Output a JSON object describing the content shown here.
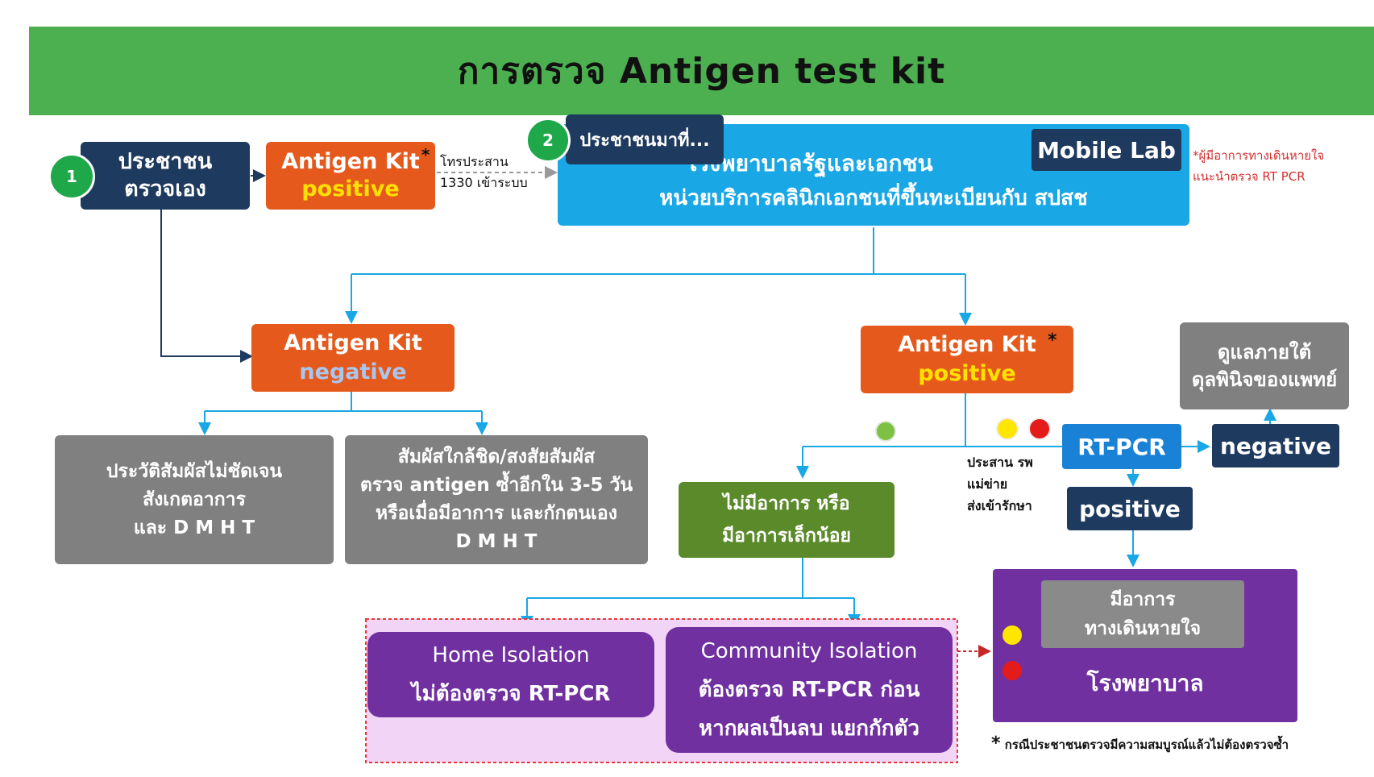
{
  "title": "การตรวจ Antigen test kit",
  "step1": {
    "badge": "1",
    "line1": "ประชาชน",
    "line2": "ตรวจเอง"
  },
  "kit_top": {
    "line1": "Antigen Kit",
    "star": "*",
    "line2": "positive"
  },
  "coordinate_note": {
    "line1": "โทรประสาน",
    "line2": "1330 เข้าระบบ"
  },
  "step2": {
    "badge": "2",
    "label": "ประชาชนมาที่..."
  },
  "hospital_box": {
    "line1": "โรงพยาบาลรัฐและเอกชน",
    "line2": "หน่วยบริการคลินิกเอกชนที่ขึ้นทะเบียนกับ สปสช",
    "mobile_lab": "Mobile Lab"
  },
  "emergency_note": {
    "line1": "*ผู้มีอาการทางเดินหายใจ",
    "line2": "แนะนำตรวจ RT PCR"
  },
  "kit_negative": {
    "line1": "Antigen Kit",
    "line2": "negative"
  },
  "kit_positive": {
    "line1": "Antigen Kit",
    "star": "*",
    "line2": "positive"
  },
  "doctor_box": {
    "line1": "ดูแลภายใต้",
    "line2": "ดุลพินิจของแพทย์"
  },
  "unclear_box": {
    "line1": "ประวัติสัมผัสไม่ชัดเจน",
    "line2": "สังเกตอาการ",
    "line3": "และ D M H T"
  },
  "close_contact_box": {
    "line1": "สัมผัสใกล้ชิด/สงสัยสัมผัส",
    "line2": "ตรวจ antigen ซ้ำอีกใน 3-5 วัน",
    "line3": "หรือเมื่อมีอาการ และกักตนเอง",
    "line4": "D M H T"
  },
  "rtpcr_box": "RT-PCR",
  "negative_box": "negative",
  "positive_box": "positive",
  "network_note": {
    "line1": "ประสาน รพ",
    "line2": "แม่ข่าย",
    "line3": "ส่งเข้ารักษา"
  },
  "mild_box": {
    "line1": "ไม่มีอาการ หรือ",
    "line2": "มีอาการเล็กน้อย"
  },
  "home_isolation": {
    "line1": "Home Isolation",
    "line2": "ไม่ต้องตรวจ RT-PCR"
  },
  "community_isolation": {
    "line1": "Community Isolation",
    "line2": "ต้องตรวจ RT-PCR ก่อน",
    "line3": "หากผลเป็นลบ แยกกักตัว"
  },
  "hospital_final": {
    "symptom_line1": "มีอาการ",
    "symptom_line2": "ทางเดินหายใจ",
    "label": "โรงพยาบาล"
  },
  "footnote_star": "*",
  "footnote": "กรณีประชาชนตรวจมีความสมบูรณ์แล้วไม่ต้องตรวจซ้ำ",
  "colors": {
    "header_green": "#4caf50",
    "navy": "#1f3a5f",
    "orange": "#e55a1c",
    "blue": "#1aa7e6",
    "gray": "#808080",
    "purple": "#7030a0",
    "dark_green": "#5a8a2a",
    "positive_text": "#ffe000",
    "negative_text": "#a9c6ee",
    "dot_green": "#7cc143",
    "dot_yellow": "#ffe600",
    "dot_red": "#e31b1b"
  },
  "icons": [
    "step-badge",
    "status-dot-green",
    "status-dot-yellow",
    "status-dot-red"
  ]
}
